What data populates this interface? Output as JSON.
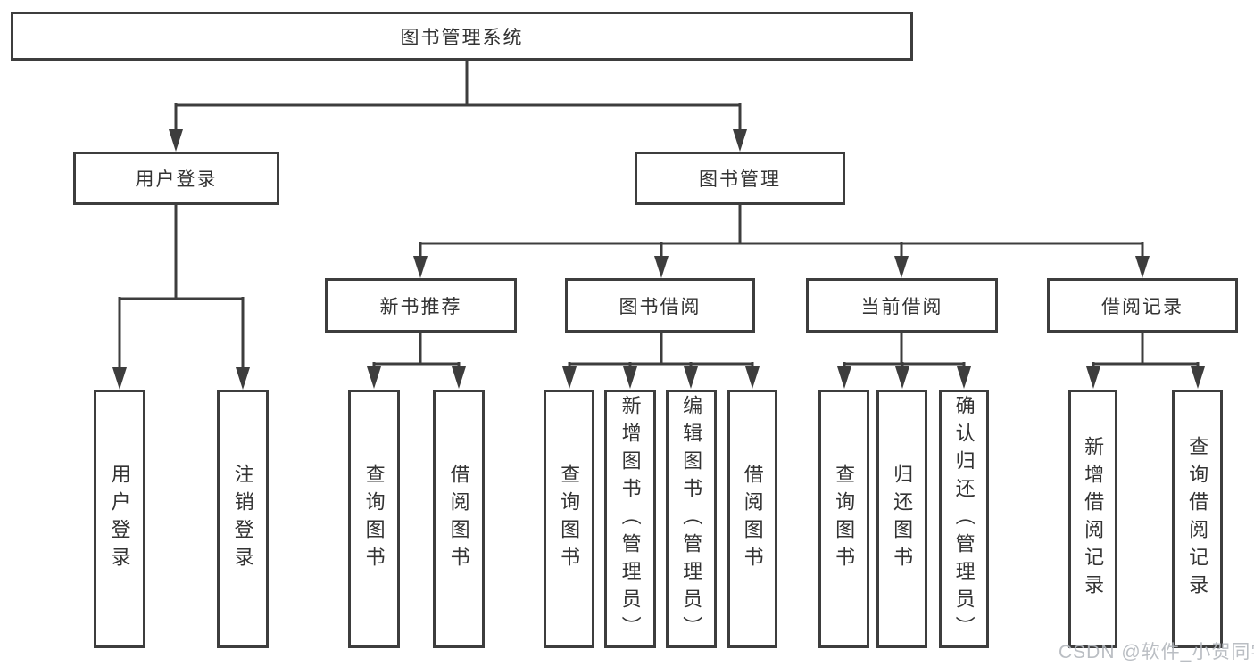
{
  "diagram": {
    "root": {
      "label": "图书管理系统"
    },
    "branches": [
      {
        "label": "用户登录",
        "children": [
          {
            "label": "用户登录"
          },
          {
            "label": "注销登录"
          }
        ]
      },
      {
        "label": "图书管理",
        "children": [
          {
            "label": "新书推荐",
            "children": [
              {
                "label": "查询图书"
              },
              {
                "label": "借阅图书"
              }
            ]
          },
          {
            "label": "图书借阅",
            "children": [
              {
                "label": "查询图书"
              },
              {
                "label": "新增图书（管理员）"
              },
              {
                "label": "编辑图书（管理员）"
              },
              {
                "label": "借阅图书"
              }
            ]
          },
          {
            "label": "当前借阅",
            "children": [
              {
                "label": "查询图书"
              },
              {
                "label": "归还图书"
              },
              {
                "label": "确认归还（管理员）"
              }
            ]
          },
          {
            "label": "借阅记录",
            "children": [
              {
                "label": "新增借阅记录"
              },
              {
                "label": "查询借阅记录"
              }
            ]
          }
        ]
      }
    ]
  },
  "watermark": {
    "text": "CSDN @软件_小贺同学"
  },
  "colors": {
    "line": "#3d3d3d",
    "box_border": "#3d3d3d",
    "text": "#333333",
    "watermark": "#b3b7bd",
    "background": "#ffffff"
  }
}
